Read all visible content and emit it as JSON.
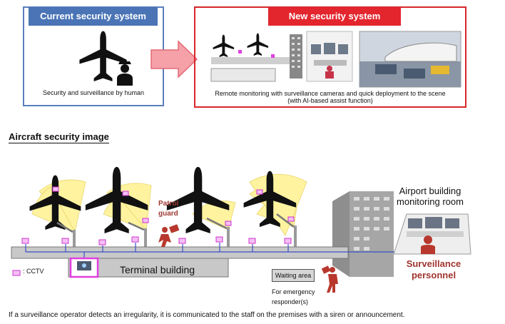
{
  "top": {
    "current": {
      "header": "Current security system",
      "caption": "Security and surveillance by human"
    },
    "new": {
      "header": "New security system",
      "caption_line1": "Remote monitoring with surveillance cameras and quick deployment to the scene",
      "caption_line2": "(with AI-based assist function)"
    }
  },
  "section_title": "Aircraft security image",
  "diagram": {
    "terminal_building": "Terminal building",
    "waiting_area": "Waiting area",
    "emergency_line1": "For emergency",
    "emergency_line2": "responder(s)",
    "patrol_line1": "Patrol",
    "patrol_line2": "guard",
    "airport_line1": "Airport building",
    "airport_line2": "monitoring room",
    "personnel_line1": "Surveillance",
    "personnel_line2": "personnel",
    "cctv_legend": ": CCTV"
  },
  "footer": "If a surveillance operator detects an irregularity, it is communicated to the staff on the premises with a siren or announcement.",
  "colors": {
    "blue_header": "#4a74b6",
    "red_header": "#e3262e",
    "cctv_magenta": "#e040e0",
    "camera_cone": "#fff3a0",
    "personnel_red": "#a0352f"
  }
}
